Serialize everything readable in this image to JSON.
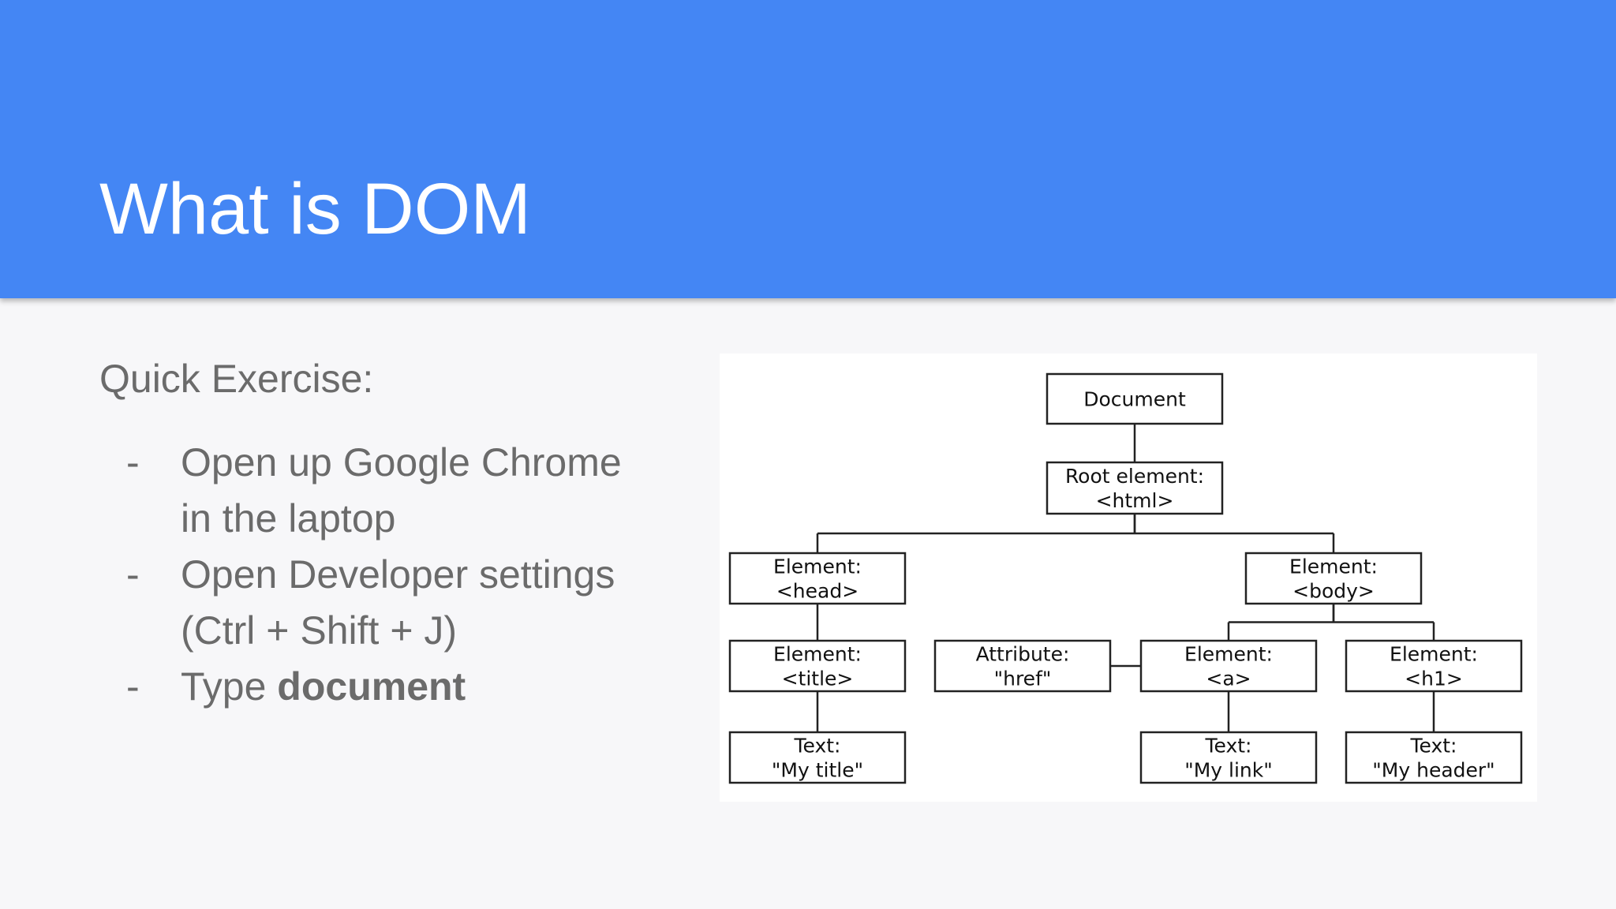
{
  "slide": {
    "title": "What is DOM",
    "colors": {
      "header": "#4486f4",
      "background": "#f7f7f9",
      "body_text": "#6b6b6b"
    }
  },
  "exercise": {
    "heading": "Quick Exercise:",
    "steps": [
      {
        "line1": "Open up Google Chrome",
        "line2": "in the laptop"
      },
      {
        "line1": "Open Developer settings",
        "line2": "(Ctrl + Shift + J)"
      },
      {
        "prefix": "Type ",
        "bold": "document"
      }
    ],
    "bullet": "-"
  },
  "dom_tree": {
    "nodes": {
      "document": {
        "label1": "Document"
      },
      "html": {
        "label1": "Root element:",
        "label2": "<html>"
      },
      "head": {
        "label1": "Element:",
        "label2": "<head>"
      },
      "body": {
        "label1": "Element:",
        "label2": "<body>"
      },
      "title": {
        "label1": "Element:",
        "label2": "<title>"
      },
      "href": {
        "label1": "Attribute:",
        "label2": "\"href\""
      },
      "a": {
        "label1": "Element:",
        "label2": "<a>"
      },
      "h1": {
        "label1": "Element:",
        "label2": "<h1>"
      },
      "text_title": {
        "label1": "Text:",
        "label2": "\"My title\""
      },
      "text_link": {
        "label1": "Text:",
        "label2": "\"My link\""
      },
      "text_header": {
        "label1": "Text:",
        "label2": "\"My header\""
      }
    },
    "edges": [
      [
        "document",
        "html"
      ],
      [
        "html",
        "head"
      ],
      [
        "html",
        "body"
      ],
      [
        "head",
        "title"
      ],
      [
        "title",
        "text_title"
      ],
      [
        "body",
        "a"
      ],
      [
        "body",
        "h1"
      ],
      [
        "a",
        "href"
      ],
      [
        "a",
        "text_link"
      ],
      [
        "h1",
        "text_header"
      ]
    ]
  }
}
